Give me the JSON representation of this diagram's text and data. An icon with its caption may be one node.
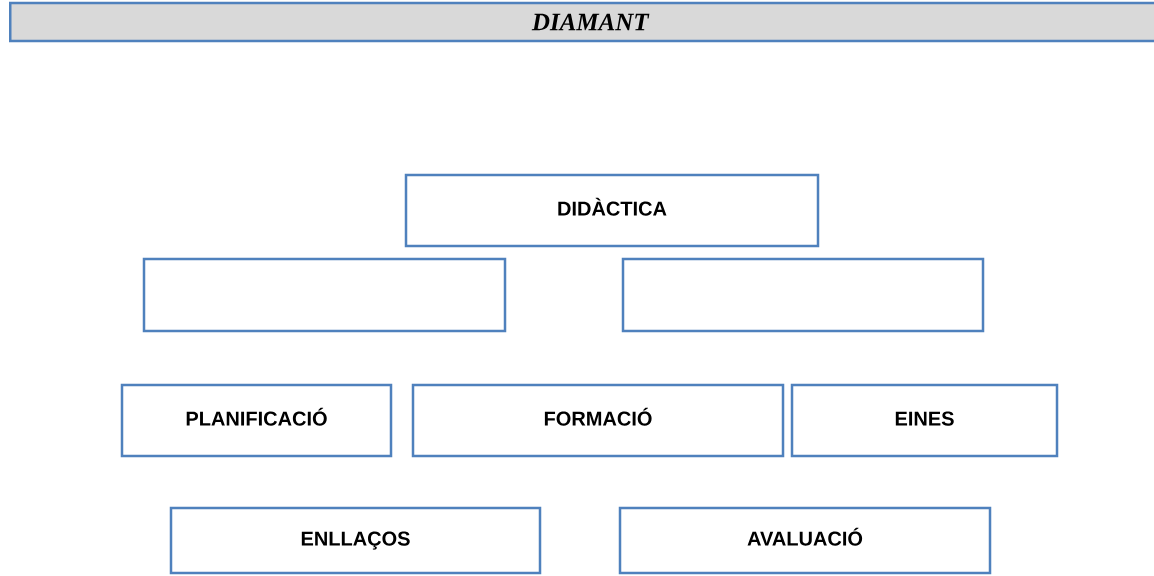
{
  "diagram": {
    "title": "DIAMANT",
    "nodes": [
      {
        "text": [
          "DIDÀCTICA"
        ]
      },
      {
        "text": [],
        "shape": "box"
      },
      {
        "text": [],
        "shape": "box"
      },
      {
        "text": [
          "PLANIFICACIÓ"
        ]
      },
      {
        "text": [
          "FORMACIÓ"
        ]
      },
      {
        "text": [
          "EINES"
        ]
      },
      {
        "text": [
          "ENLLAÇOS"
        ]
      },
      {
        "text": [
          "AVALUACIÓ"
        ]
      }
    ]
  }
}
